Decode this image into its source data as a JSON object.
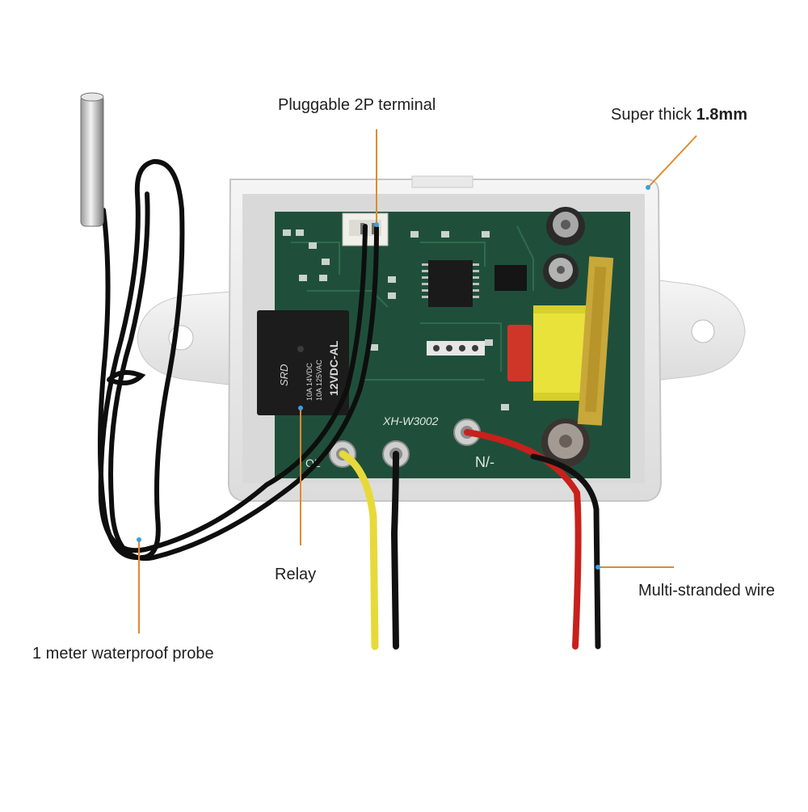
{
  "labels": {
    "terminal": "Pluggable 2P terminal",
    "thickness_prefix": "Super thick ",
    "thickness_value": "1.8mm",
    "relay": "Relay",
    "wire": "Multi-stranded wire",
    "probe": "1 meter waterproof probe"
  },
  "board": {
    "model": "XH-W3002",
    "relay_rating": "12VDC-AL",
    "relay_brand": "SRD",
    "relay_contacts_1": "10A 14VDC",
    "relay_contacts_2": "10A 125VAC",
    "terminal_left": "OL",
    "terminal_right": "N/-"
  },
  "colors": {
    "callout_line": "#e08a2c",
    "callout_dot": "#3aa0e0",
    "pcb": "#1f4f3a",
    "housing": "#eeeeee",
    "wire_yellow": "#e8d93a",
    "wire_red": "#c8201c",
    "wire_black": "#111111"
  }
}
